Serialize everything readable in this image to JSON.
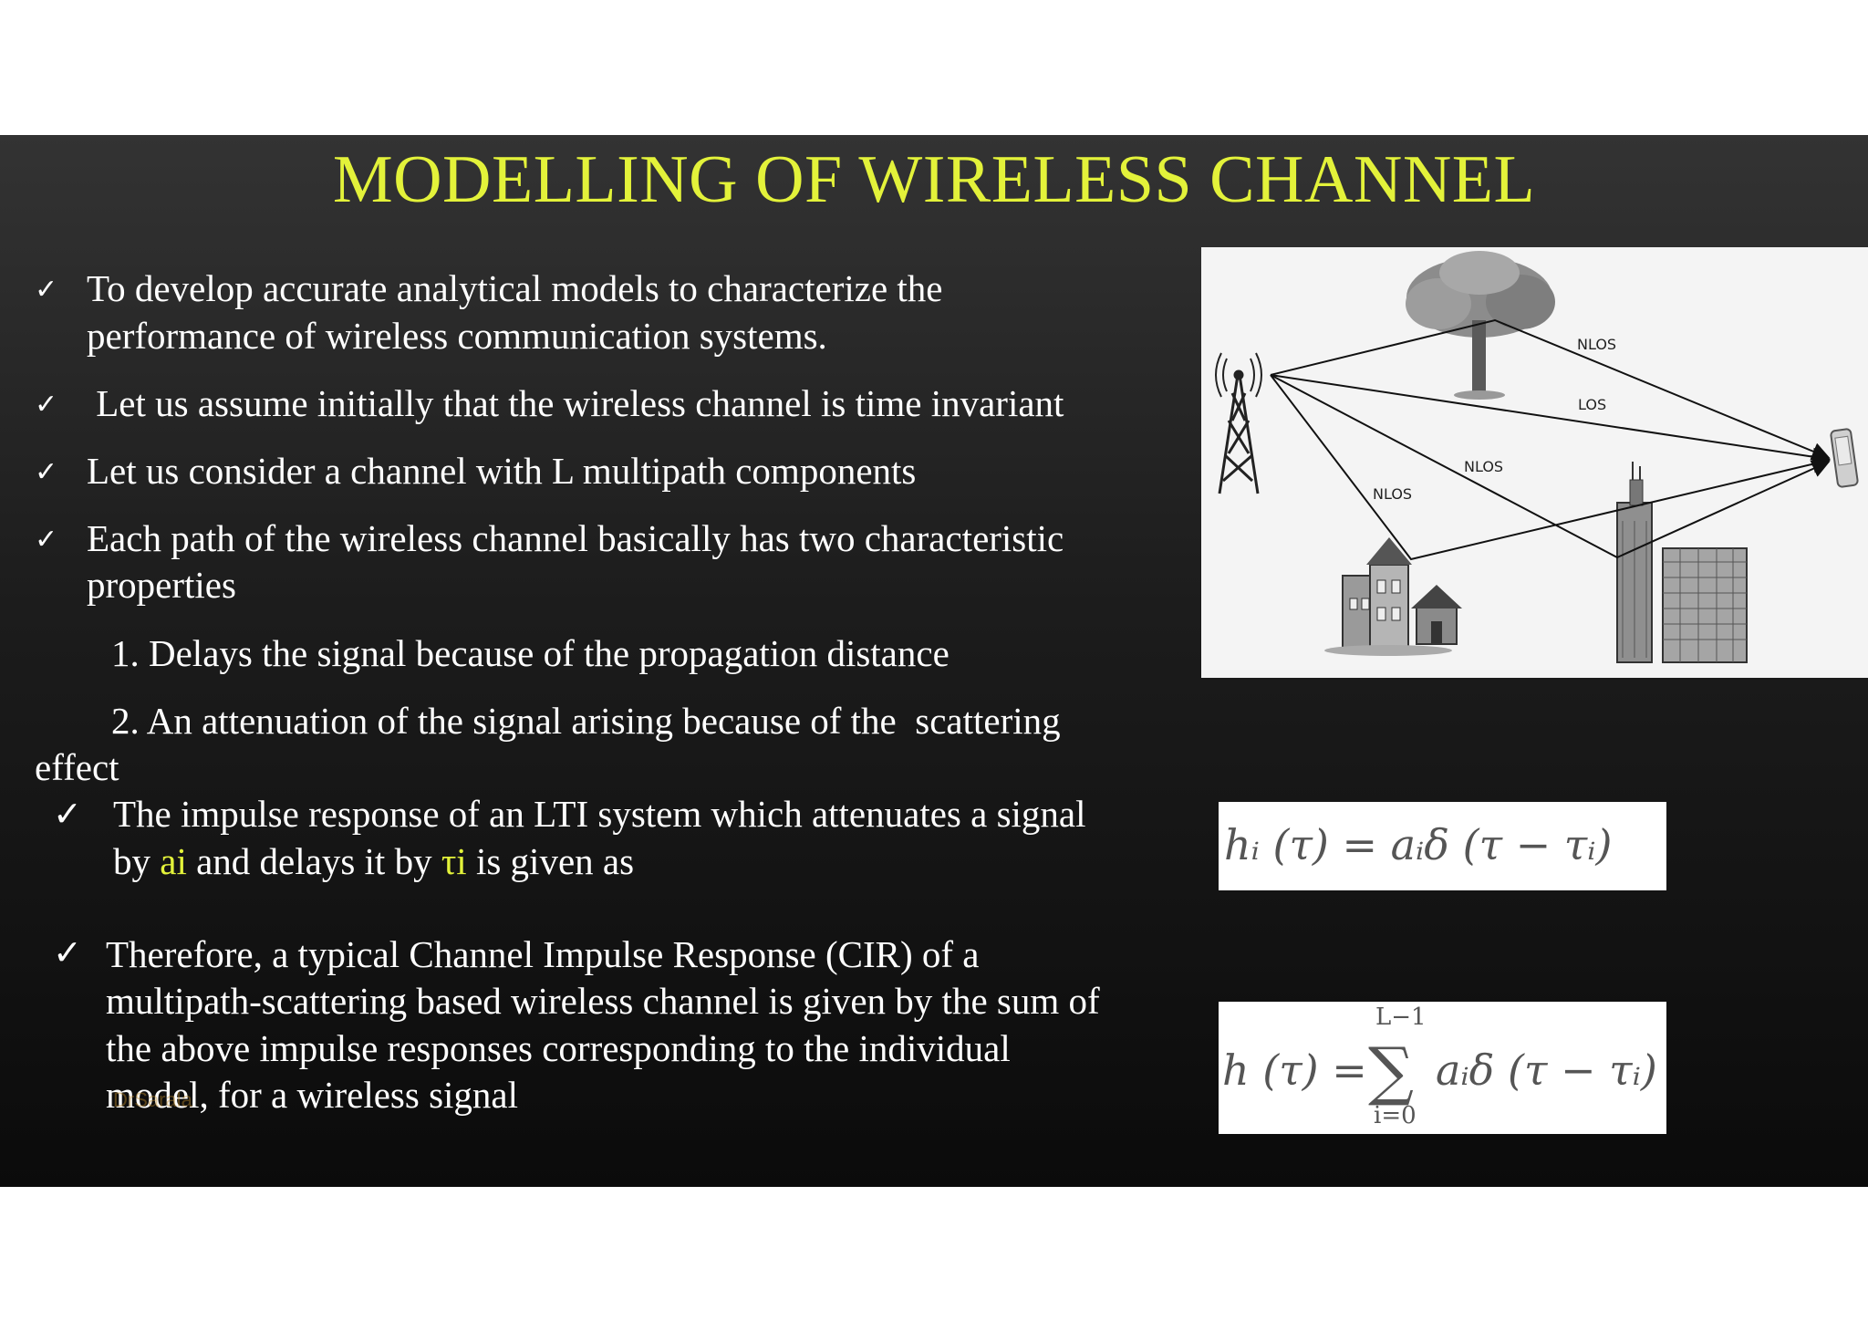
{
  "slide": {
    "title": "MODELLING OF WIRELESS CHANNEL",
    "bullets": [
      {
        "line1": "To develop accurate analytical models to characterize the",
        "line2": "performance of wireless communication systems."
      },
      {
        "text": " Let us assume initially that the wireless channel is time invariant"
      },
      {
        "text": "Let us consider a channel with L multipath components"
      },
      {
        "line1": "Each path of the wireless channel basically has two characteristic",
        "line2": "properties"
      }
    ],
    "numbered": [
      {
        "text": "1. Delays the signal because of the propagation distance"
      },
      {
        "line1": "2. An attenuation of the signal arising because of the  scattering",
        "line2": "effect"
      }
    ],
    "impulse": {
      "line1": "The impulse response of an LTI system which attenuates a signal",
      "pre": "by ",
      "a_term": "ai",
      "mid": " and delays it by ",
      "tau_term": "τi",
      "post": " is given as"
    },
    "cir": {
      "line1": "Therefore, a typical Channel Impulse Response (CIR) of a",
      "line2": "multipath-scattering based wireless channel is given by the sum of",
      "line3": "the above impulse responses corresponding to the individual",
      "line4": "model, for a wireless signal"
    },
    "check_mark": "✓",
    "watermark": "DrSarala",
    "figure": {
      "labels": {
        "nlos_top": "NLOS",
        "los": "LOS",
        "nlos_mid": "NLOS",
        "nlos_left": "NLOS"
      },
      "icons": [
        "antenna-tower-icon",
        "tree-icon",
        "houses-icon",
        "skyscraper-icon",
        "office-building-icon",
        "mobile-phone-icon"
      ]
    },
    "equations": {
      "eq1": "hᵢ (τ) = aᵢδ (τ − τᵢ)",
      "eq2_lhs": "h (τ) =",
      "eq2_sigma": "∑",
      "eq2_upper": "L−1",
      "eq2_lower": "i=0",
      "eq2_rhs": "aᵢδ (τ − τᵢ)"
    },
    "colors": {
      "title": "#e3f23a",
      "text": "#ffffff",
      "highlight": "#e3f23a",
      "background_top": "#333333",
      "background_bottom": "#0b0b0b"
    }
  }
}
